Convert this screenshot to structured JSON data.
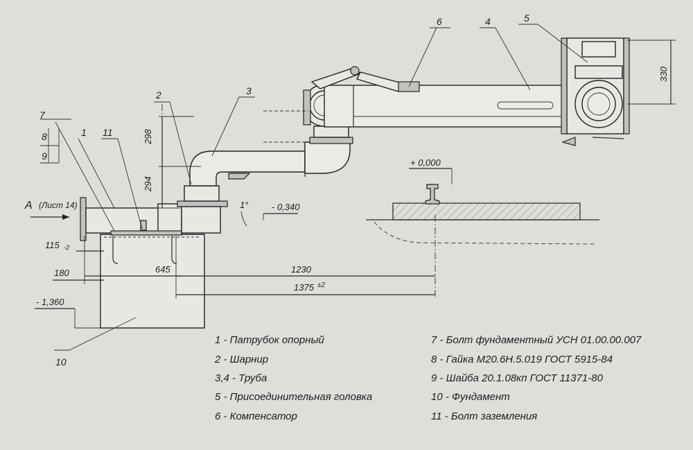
{
  "callouts": {
    "c1": "1",
    "c2": "2",
    "c3": "3",
    "c4": "4",
    "c5": "5",
    "c6": "6",
    "c7": "7",
    "c8": "8",
    "c9": "9",
    "c10": "10",
    "c11": "11"
  },
  "view_label": {
    "letter": "A",
    "sheet": "(Лист 14)"
  },
  "dimensions": {
    "d298": "298",
    "d294": "294",
    "d330": "330",
    "d115": "115",
    "d115_tol": "-2",
    "d180": "180",
    "d645": "645",
    "d1230": "1230",
    "d1375": "1375",
    "d1375_tol": "±2",
    "angle": "1°",
    "level_zero": "+ 0,000",
    "level_m0340": "- 0,340",
    "level_m1360": "- 1,360"
  },
  "legend": {
    "left": [
      "1 - Патрубок опорный",
      "2 - Шарнир",
      "3,4 - Труба",
      "5 - Присоединительная головка",
      "6 - Компенсатор"
    ],
    "right": [
      "7 - Болт фундаментный УСН 01.00.00.007",
      "8 - Гайка М20.6Н.5.019 ГОСТ 5915-84",
      "9 - Шайба 20.1.08кп ГОСТ 11371-80",
      "10 - Фундамент",
      "11 - Болт заземления"
    ]
  }
}
